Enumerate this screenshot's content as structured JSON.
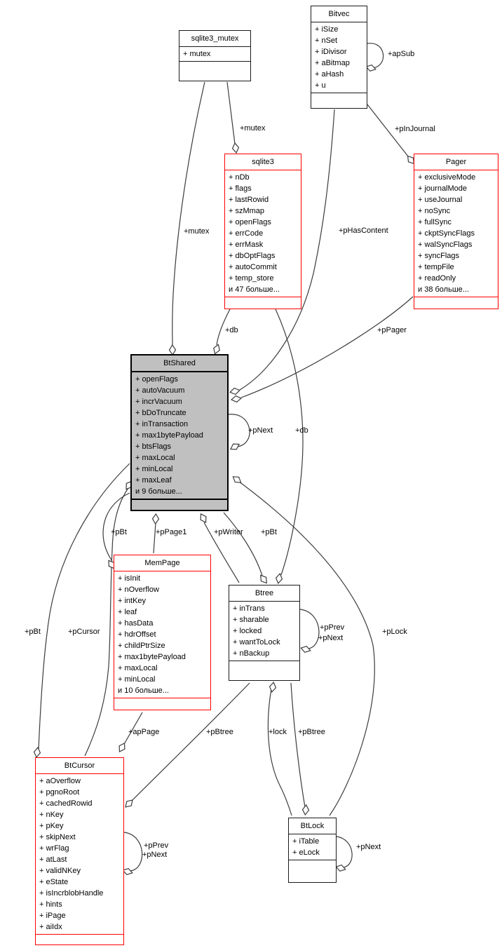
{
  "diagram": {
    "type": "uml-collaboration-diagram",
    "background_color": "#ffffff",
    "edge_color": "#3c3c3c",
    "highlight_border_color": "#ff0000",
    "selected_node_fill": "#c0c0c0",
    "selected_node": "BtShared"
  },
  "classes": [
    {
      "name": "sqlite3_mutex",
      "style": "black",
      "attrs": [
        "+ mutex"
      ]
    },
    {
      "name": "Bitvec",
      "style": "black",
      "attrs": [
        "+ iSize",
        "+ nSet",
        "+ iDivisor",
        "+ aBitmap",
        "+ aHash",
        "+ u"
      ]
    },
    {
      "name": "sqlite3",
      "style": "red",
      "attrs": [
        "+ nDb",
        "+ flags",
        "+ lastRowid",
        "+ szMmap",
        "+ openFlags",
        "+ errCode",
        "+ errMask",
        "+ dbOptFlags",
        "+ autoCommit",
        "+ temp_store",
        "и 47 больше..."
      ]
    },
    {
      "name": "Pager",
      "style": "red",
      "attrs": [
        "+ exclusiveMode",
        "+ journalMode",
        "+ useJournal",
        "+ noSync",
        "+ fullSync",
        "+ ckptSyncFlags",
        "+ walSyncFlags",
        "+ syncFlags",
        "+ tempFile",
        "+ readOnly",
        "и 38 больше..."
      ]
    },
    {
      "name": "BtShared",
      "style": "selected",
      "attrs": [
        "+ openFlags",
        "+ autoVacuum",
        "+ incrVacuum",
        "+ bDoTruncate",
        "+ inTransaction",
        "+ max1bytePayload",
        "+ btsFlags",
        "+ maxLocal",
        "+ minLocal",
        "+ maxLeaf",
        "и 9 больше..."
      ]
    },
    {
      "name": "MemPage",
      "style": "red",
      "attrs": [
        "+ isInit",
        "+ nOverflow",
        "+ intKey",
        "+ leaf",
        "+ hasData",
        "+ hdrOffset",
        "+ childPtrSize",
        "+ max1bytePayload",
        "+ maxLocal",
        "+ minLocal",
        "и 10 больше..."
      ]
    },
    {
      "name": "Btree",
      "style": "black",
      "attrs": [
        "+ inTrans",
        "+ sharable",
        "+ locked",
        "+ wantToLock",
        "+ nBackup"
      ]
    },
    {
      "name": "BtCursor",
      "style": "red",
      "attrs": [
        "+ aOverflow",
        "+ pgnoRoot",
        "+ cachedRowid",
        "+ nKey",
        "+ pKey",
        "+ skipNext",
        "+ wrFlag",
        "+ atLast",
        "+ validNKey",
        "+ eState",
        "+ isIncrblobHandle",
        "+ hints",
        "+ iPage",
        "+ aiIdx"
      ]
    },
    {
      "name": "BtLock",
      "style": "black",
      "attrs": [
        "+ iTable",
        "+ eLock"
      ]
    }
  ],
  "edge_labels": [
    {
      "text": "+apSub"
    },
    {
      "text": "+mutex"
    },
    {
      "text": "+pInJournal"
    },
    {
      "text": "+mutex"
    },
    {
      "text": "+pHasContent"
    },
    {
      "text": "+db"
    },
    {
      "text": "+pPager"
    },
    {
      "text": "+pNext"
    },
    {
      "text": "+db"
    },
    {
      "text": "+pBt"
    },
    {
      "text": "+pPage1"
    },
    {
      "text": "+pWriter"
    },
    {
      "text": "+pBt"
    },
    {
      "text": "+pBt"
    },
    {
      "text": "+pCursor"
    },
    {
      "text": "+pPrev"
    },
    {
      "text": "+pNext"
    },
    {
      "text": "+pLock"
    },
    {
      "text": "+apPage"
    },
    {
      "text": "+pBtree"
    },
    {
      "text": "+lock"
    },
    {
      "text": "+pBtree"
    },
    {
      "text": "+pPrev"
    },
    {
      "text": "+pNext"
    },
    {
      "text": "+pNext"
    }
  ]
}
